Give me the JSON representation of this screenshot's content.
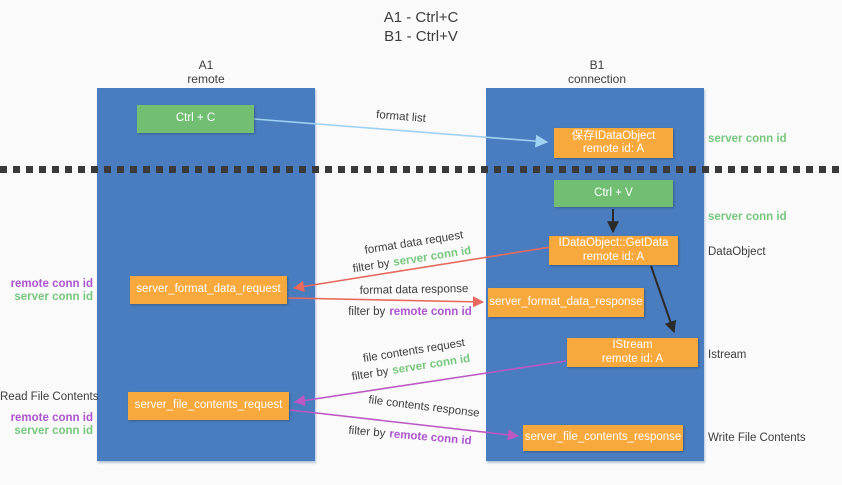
{
  "title": {
    "line1": "A1 - Ctrl+C",
    "line2": "B1 - Ctrl+V"
  },
  "columns": {
    "a1": {
      "name": "A1",
      "role": "remote"
    },
    "b1": {
      "name": "B1",
      "role": "connection"
    }
  },
  "boxes": {
    "ctrl_c": "Ctrl + C",
    "ctrl_v": "Ctrl + V",
    "save_idataobject": {
      "line1": "保存IDataObject",
      "line2": "remote id: A"
    },
    "getdata": {
      "line1": "IDataObject::GetData",
      "line2": "remote id: A"
    },
    "istream": {
      "line1": "IStream",
      "line2": "remote id: A"
    },
    "format_request": "server_format_data_request",
    "format_response": "server_format_data_response",
    "file_request": "server_file_contents_request",
    "file_response": "server_file_contents_response"
  },
  "arrow_labels": {
    "format_list": "format list",
    "format_data_request": "format data request",
    "format_data_response": "format data response",
    "file_contents_request": "file contents request",
    "file_contents_response": "file contents response",
    "filter_by": "filter by",
    "server_conn_id": "server conn id",
    "remote_conn_id": "remote conn id"
  },
  "side_labels": {
    "left": {
      "remote_conn_id": "remote conn id",
      "server_conn_id": "server conn id",
      "read_file_contents": "Read File Contents",
      "remote_conn_id2": "remote conn id",
      "server_conn_id2": "server conn id"
    },
    "right": {
      "server_conn_id_top": "server conn id",
      "server_conn_id_mid": "server conn id",
      "dataobject": "DataObject",
      "istream": "Istream",
      "write_file_contents": "Write File Contents"
    }
  },
  "colors": {
    "column_blue": "#4a7dbf",
    "box_green": "#72bf74",
    "box_orange": "#f8a93d",
    "text_green": "#77c77d",
    "text_purple": "#ac55d0",
    "arrow_blue": "#9fd2f2",
    "arrow_red": "#e8695e",
    "arrow_purple": "#bb58c3",
    "arrow_black": "#2b2b2b",
    "text_dark": "#3d3d3d",
    "background": "#fafafa"
  }
}
